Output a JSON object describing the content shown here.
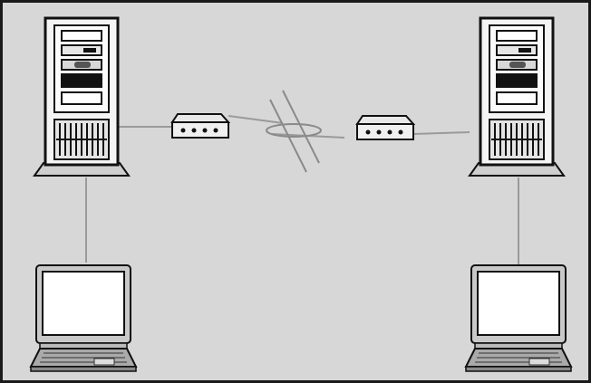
{
  "diagram": {
    "type": "network-diagram",
    "colors": {
      "background": "#d7d7d7",
      "frame": "#1a1a1a",
      "device_fill": "#f4f4f4",
      "device_shade": "#b9b9b9",
      "dark": "#111111",
      "line": "#9a9a9a",
      "screen": "#ffffff"
    },
    "nodes": [
      {
        "id": "server-left",
        "kind": "server-tower-icon"
      },
      {
        "id": "router-left",
        "kind": "network-router-icon"
      },
      {
        "id": "wan-link",
        "kind": "wireless-link-icon"
      },
      {
        "id": "router-right",
        "kind": "network-router-icon"
      },
      {
        "id": "server-right",
        "kind": "server-tower-icon"
      },
      {
        "id": "laptop-left",
        "kind": "laptop-icon"
      },
      {
        "id": "laptop-right",
        "kind": "laptop-icon"
      }
    ],
    "links": [
      {
        "from": "server-left",
        "to": "router-left"
      },
      {
        "from": "router-left",
        "to": "wan-link"
      },
      {
        "from": "wan-link",
        "to": "router-right"
      },
      {
        "from": "router-right",
        "to": "server-right"
      },
      {
        "from": "server-left",
        "to": "laptop-left"
      },
      {
        "from": "server-right",
        "to": "laptop-right"
      }
    ]
  }
}
